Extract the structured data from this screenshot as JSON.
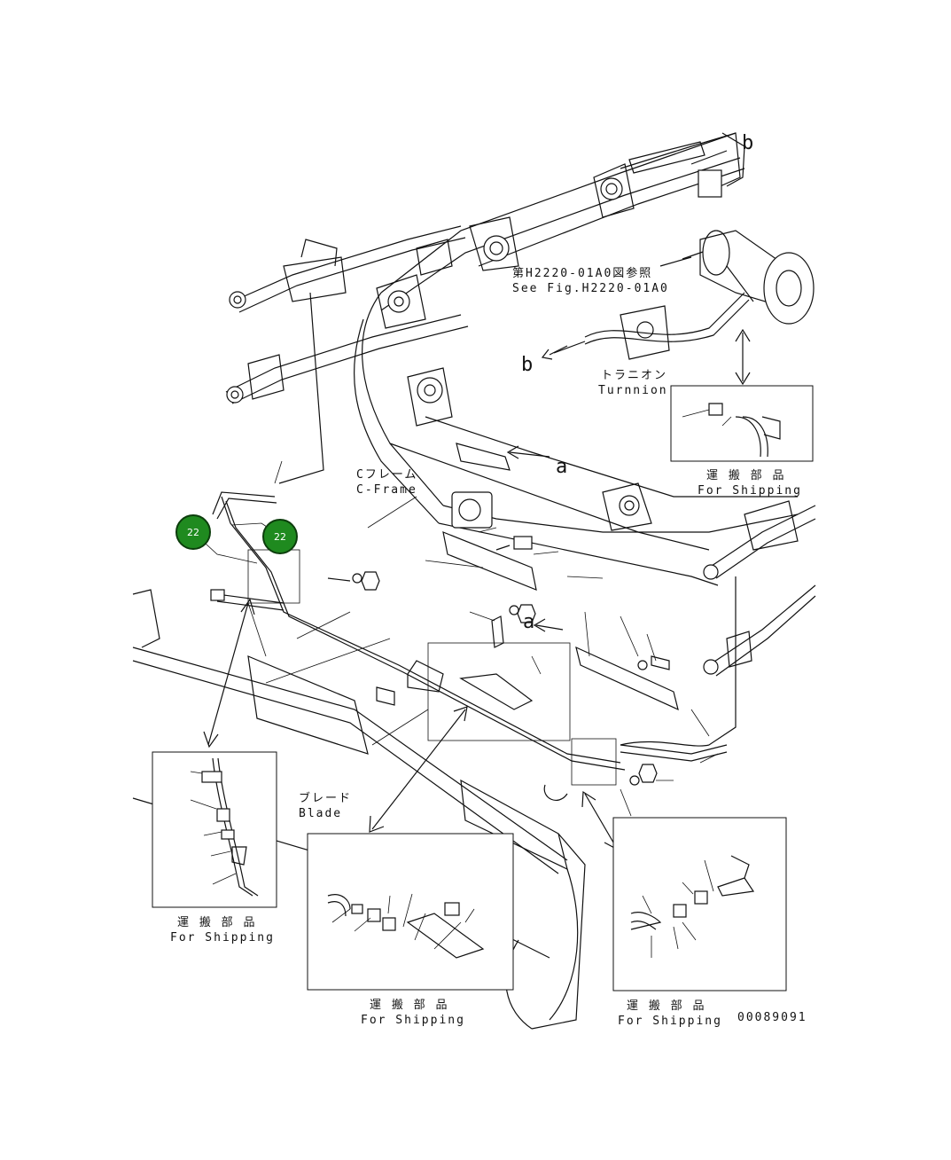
{
  "figure": {
    "ref_jp": "第H2220-01A0図参照",
    "ref_en": "See Fig.H2220-01A0",
    "trunnion_jp": "トラニオン",
    "trunnion_en": "Turnnion",
    "cframe_jp": "Cフレーム",
    "cframe_en": "C-Frame",
    "blade_jp": "ブレード",
    "blade_en": "Blade",
    "shipping_jp": "運 搬 部 品",
    "shipping_en": "For Shipping",
    "marker_a": "a",
    "marker_b": "b",
    "drawing_no": "00089091"
  },
  "callouts": [
    {
      "label": "22",
      "color": "#1f8a1f"
    },
    {
      "label": "22",
      "color": "#1f8a1f"
    }
  ]
}
